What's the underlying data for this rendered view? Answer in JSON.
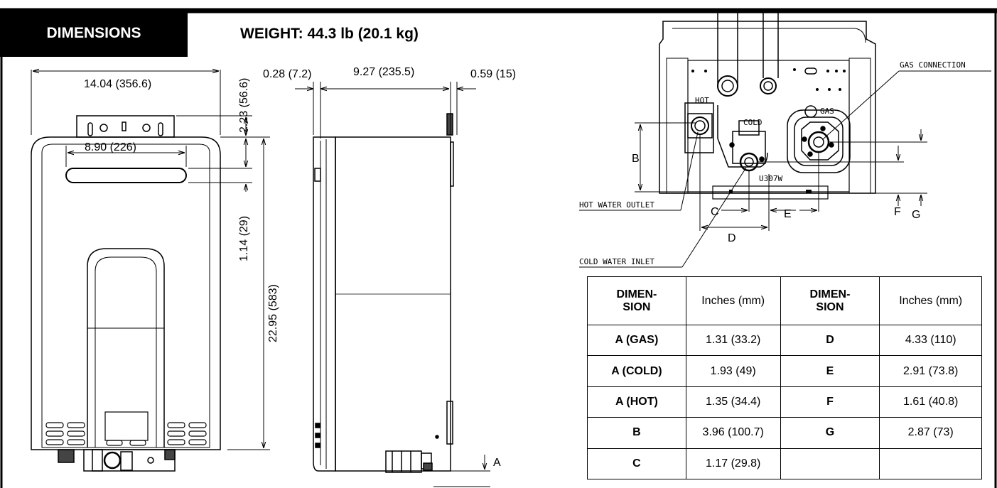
{
  "header": {
    "section_title": "DIMENSIONS",
    "weight": "WEIGHT: 44.3 lb (20.1 kg)"
  },
  "front_view": {
    "width": "14.04 (356.6)",
    "top_height": "2.23 (56.6)",
    "vent_width": "8.90 (226)",
    "vent_offset": "1.14 (29)",
    "total_height": "22.95 (583)"
  },
  "side_view": {
    "left_gap": "0.28 (7.2)",
    "depth": "9.27 (235.5)",
    "right_gap": "0.59 (15)",
    "a": "A"
  },
  "bottom_view": {
    "gas_connection": "GAS CONNECTION",
    "hot_water_outlet": "HOT WATER OUTLET",
    "cold_water_inlet": "COLD WATER INLET",
    "hot_label": "HOT",
    "cold_label": "COLD",
    "gas_label": "GAS",
    "model": "U307W",
    "b": "B",
    "c": "C",
    "d": "D",
    "e": "E",
    "f": "F",
    "g": "G"
  },
  "table": {
    "headers": [
      "DIMEN-\nSION",
      "Inches (mm)",
      "DIMEN-\nSION",
      "Inches (mm)"
    ],
    "rows": [
      [
        "A (GAS)",
        "1.31 (33.2)",
        "D",
        "4.33 (110)"
      ],
      [
        "A (COLD)",
        "1.93 (49)",
        "E",
        "2.91 (73.8)"
      ],
      [
        "A (HOT)",
        "1.35 (34.4)",
        "F",
        "1.61 (40.8)"
      ],
      [
        "B",
        "3.96 (100.7)",
        "G",
        "2.87 (73)"
      ],
      [
        "C",
        "1.17 (29.8)",
        "",
        ""
      ]
    ]
  }
}
